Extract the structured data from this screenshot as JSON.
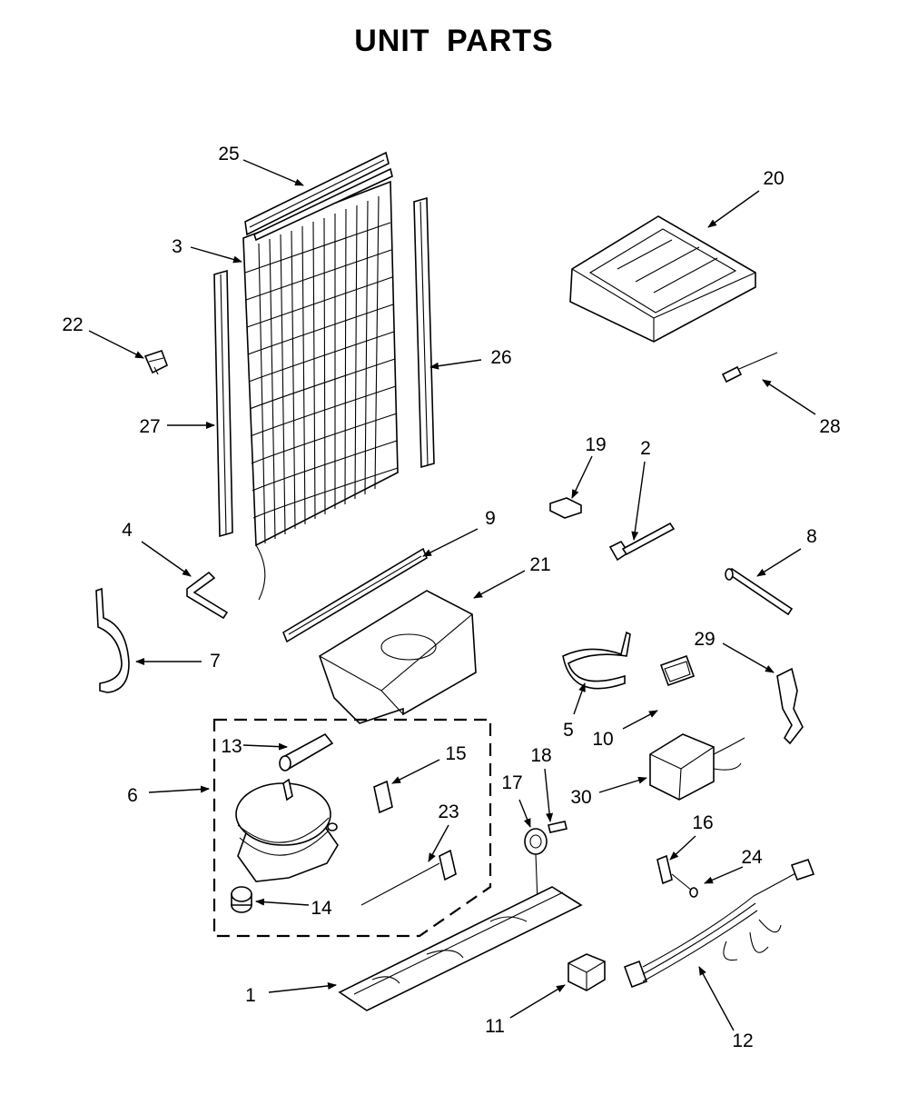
{
  "title": "UNIT  PARTS",
  "labels": {
    "p1": "1",
    "p2": "2",
    "p3": "3",
    "p4": "4",
    "p5": "5",
    "p6": "6",
    "p7": "7",
    "p8": "8",
    "p9": "9",
    "p10": "10",
    "p11": "11",
    "p12": "12",
    "p13": "13",
    "p14": "14",
    "p15": "15",
    "p16": "16",
    "p17": "17",
    "p18": "18",
    "p19": "19",
    "p20": "20",
    "p21": "21",
    "p22": "22",
    "p23": "23",
    "p24": "24",
    "p25": "25",
    "p26": "26",
    "p27": "27",
    "p28": "28",
    "p29": "29",
    "p30": "30"
  }
}
